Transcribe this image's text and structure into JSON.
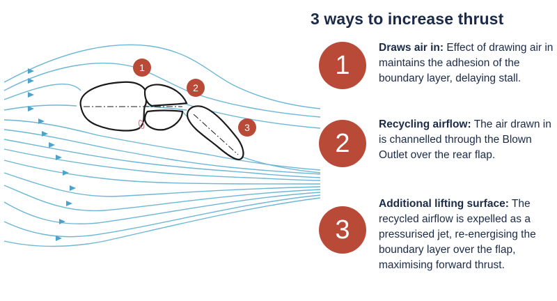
{
  "title": "3 ways to increase thrust",
  "colors": {
    "badge": "#b94a38",
    "text": "#1b2a47",
    "flow": "#6cb6d6",
    "outline": "#1a1a1a"
  },
  "diagram": {
    "markers": [
      "1",
      "2",
      "3"
    ]
  },
  "items": [
    {
      "number": "1",
      "heading": "Draws air in:",
      "body": "Effect of drawing air in maintains the adhesion of the boundary layer, delaying stall."
    },
    {
      "number": "2",
      "heading": "Recycling airflow:",
      "body": "The air drawn in is channelled through the Blown Outlet over the rear flap."
    },
    {
      "number": "3",
      "heading": "Additional lifting surface:",
      "body": "The recycled airflow is expelled as a pressurised jet, re-energising the boundary layer over the flap, maximising forward thrust."
    }
  ]
}
